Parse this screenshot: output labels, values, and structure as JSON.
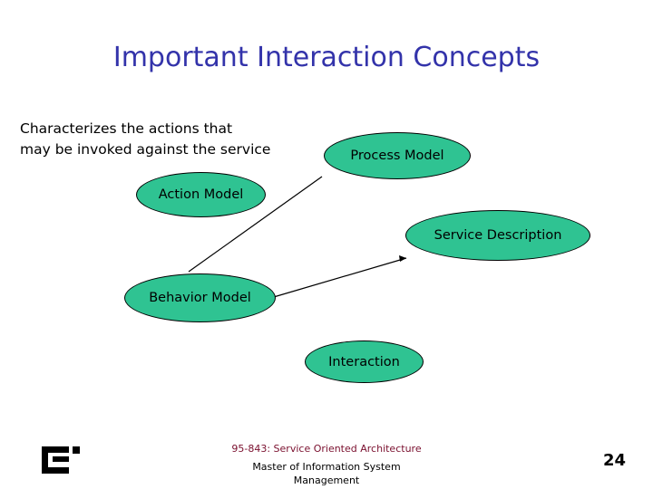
{
  "slide": {
    "title": "Important Interaction Concepts",
    "body_text": "Characterizes the actions that\nmay be invoked against the service",
    "shapes": [
      {
        "label": "Process Model"
      },
      {
        "label": "Action Model"
      },
      {
        "label": "Service Description"
      },
      {
        "label": "Behavior Model"
      },
      {
        "label": "Interaction"
      }
    ],
    "footer": {
      "course": "95-843: Service Oriented Architecture",
      "program": "Master of Information System\nManagement",
      "page_number": "24"
    },
    "colors": {
      "title": "#3333aa",
      "ellipse_fill": "#2fc392",
      "footer_course": "#7a0f2e"
    }
  }
}
